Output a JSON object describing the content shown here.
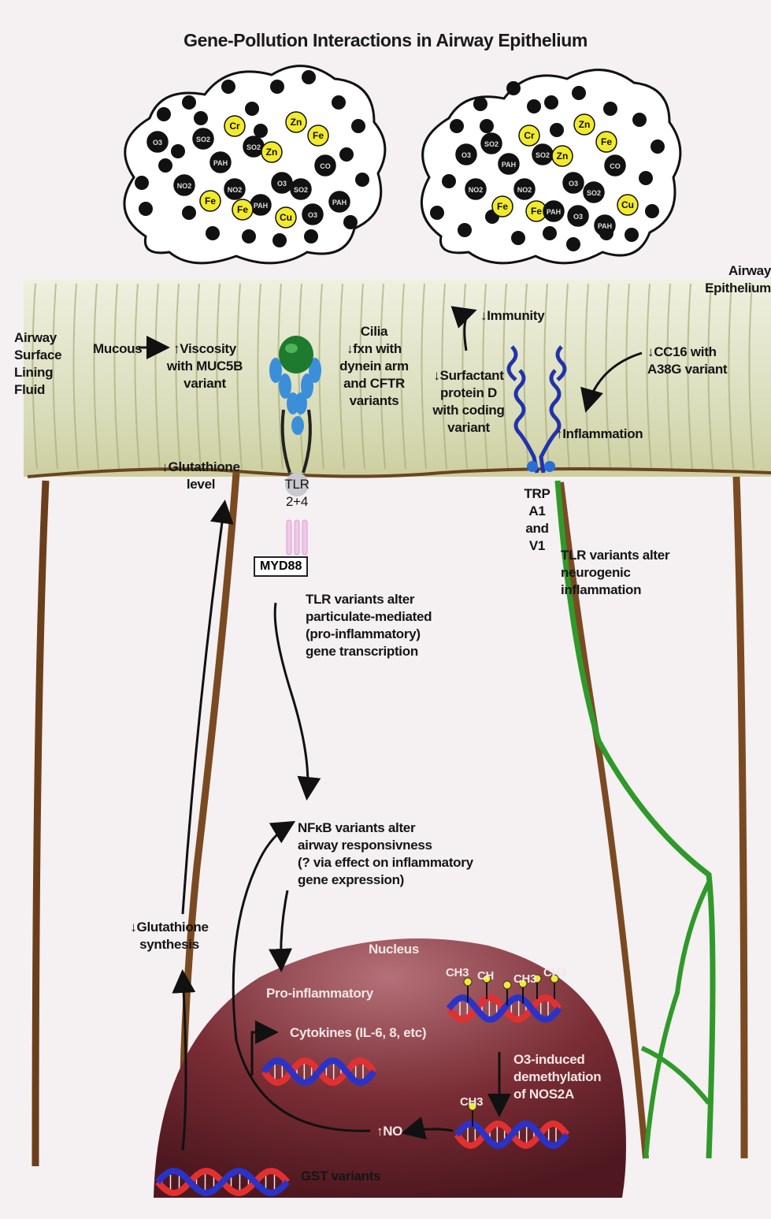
{
  "title": "Gene-Pollution Interactions in Airway Epithelium",
  "pollutants": {
    "cloud_left": [
      "O3",
      "SO2",
      "Cr",
      "Zn",
      "Fe",
      "SO2",
      "PAH",
      "Zn",
      "CO",
      "NO2",
      "NO2",
      "O3",
      "SO2",
      "PAH",
      "Fe",
      "Fe",
      "PAH",
      "Cu",
      "O3"
    ],
    "cloud_right": [
      "O3",
      "SO2",
      "Cr",
      "Zn",
      "Fe",
      "PAH",
      "SO2",
      "Zn",
      "CO",
      "NO2",
      "NO2",
      "O3",
      "SO2",
      "Fe",
      "Fe",
      "PAH",
      "Cu",
      "O3",
      "PAH"
    ]
  },
  "labels": {
    "airway_surface": [
      "Airway",
      "Surface",
      "Lining",
      "Fluid"
    ],
    "airway_epithelium": [
      "Airway",
      "Epithelium"
    ],
    "mucous": "Mucous",
    "viscosity": [
      "↑Viscosity",
      "with MUC5B",
      "variant"
    ],
    "cilia": [
      "Cilia",
      "↓fxn with",
      "dynein arm",
      "and CFTR variants"
    ],
    "immunity": "↓Immunity",
    "surfactant": [
      "↓Surfactant",
      "protein D",
      "with coding",
      "variant"
    ],
    "cc16": [
      "↓CC16 with",
      "A38G variant"
    ],
    "inflammation": "↑Inflammation",
    "glutathione_level": [
      "↓Glutathione",
      "level"
    ],
    "tlr": [
      "TLR",
      "2+4"
    ],
    "myd88": "MYD88",
    "trp": [
      "TRP",
      "A1",
      "and",
      "V1"
    ],
    "tlr_neurogenic": [
      "TLR variants alter",
      "neurogenic",
      "inflammation"
    ],
    "tlr_particulate": [
      "TLR variants alter",
      "particulate-mediated",
      "(pro-inflammatory)",
      "gene transcription"
    ],
    "nfkb": [
      "NFκB variants alter",
      "airway responsivness",
      "(? via effect on inflammatory",
      "gene expression)"
    ],
    "glutathione_synthesis": [
      "↓Glutathione",
      "synthesis"
    ],
    "nucleus": "Nucleus",
    "pro_inflammatory": "Pro-inflammatory",
    "cytokines": "Cytokines (IL-6, 8, etc)",
    "methyl_top": [
      "CH3",
      "CH",
      "CH3",
      "CH3"
    ],
    "demethylation": [
      "O3-induced",
      "demethylation",
      "of NOS2A"
    ],
    "methyl_bottom": "CH3",
    "no": "↑NO",
    "gst": "GST variants"
  },
  "colors": {
    "cytoplasm_wall": "#7a4a22",
    "nucleus": "#7a2d35",
    "nerve": "#2f9a2a",
    "epithelium": "#d9dcb8",
    "metal": "#f2ea2c",
    "particle": "#111111",
    "receptor_blue": "#3b8fd9",
    "ligand_green": "#1e7a2c",
    "dna_red": "#e23030",
    "dna_blue": "#2a33c9"
  }
}
